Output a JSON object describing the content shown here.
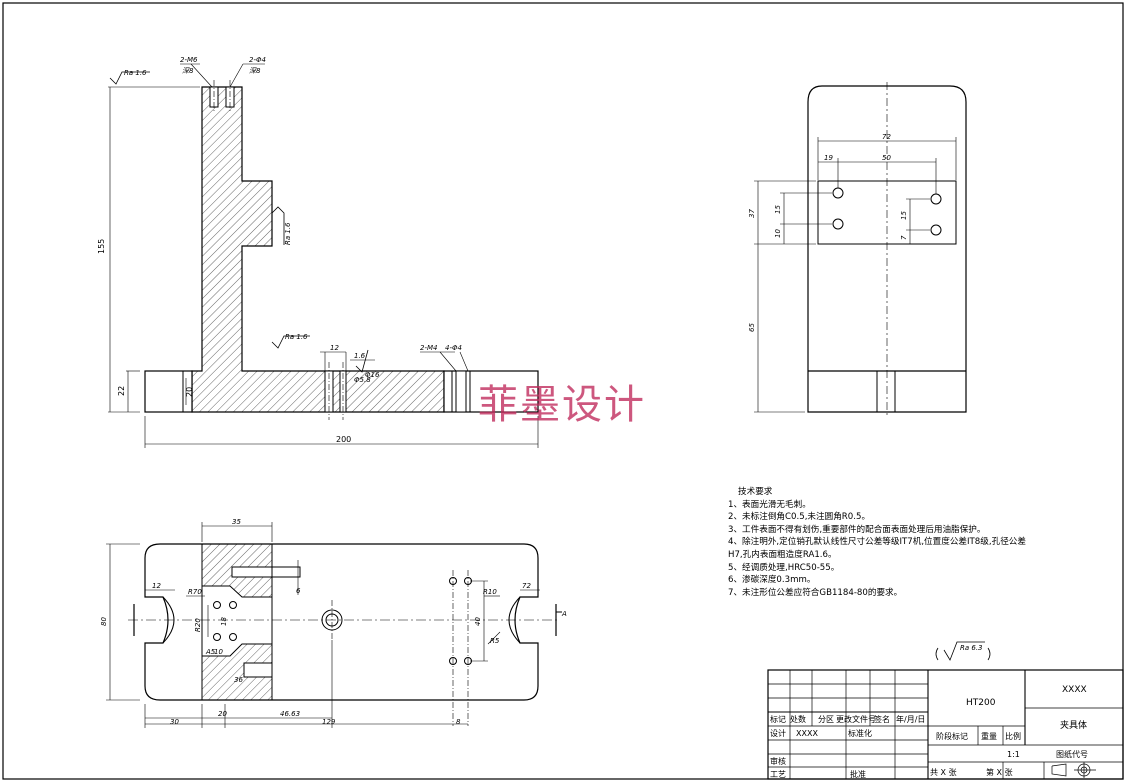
{
  "front_view": {
    "roughness_top": "Ra 1.6",
    "hole_callout_1": "2-M6",
    "hole_callout_1b": "深8",
    "hole_callout_2": "2-Φ4",
    "hole_callout_2b": "深8",
    "roughness_side": "Ra 1.6",
    "roughness_base": "Ra 1.6",
    "dim_height": "155",
    "dim_base_height": "22",
    "dim_inner": "20",
    "dim_total_width": "200",
    "dim_slot": "12",
    "dim_slot_b": "1.6",
    "dim_hole": "Φ5.8",
    "dim_hole_b": "Φ16",
    "base_callout_1": "2-M4",
    "base_callout_2": "4-Φ4"
  },
  "side_view": {
    "dim_width": "72",
    "dim_19": "19",
    "dim_50": "50",
    "dim_15a": "15",
    "dim_15b": "15",
    "dim_37": "37",
    "dim_10": "10",
    "dim_7": "7",
    "dim_65": "65"
  },
  "top_view": {
    "dim_35": "35",
    "dim_12": "12",
    "dim_R70": "R70",
    "dim_R20": "R20",
    "dim_6": "6",
    "dim_18": "18",
    "dim_10a": "10",
    "dim_A5": "A5",
    "dim_36": "36",
    "dim_R10": "R10",
    "dim_72": "72",
    "dim_40": "40",
    "dim_R5": "R5",
    "dim_80": "80",
    "dim_30": "30",
    "dim_20": "20",
    "dim_46": "46.63",
    "dim_129": "129",
    "dim_8": "8",
    "section_mark": "A"
  },
  "tech_requirements": {
    "title": "技术要求",
    "items": [
      "1、表面光滑无毛刺。",
      "2、未标注倒角C0.5,未注圆角R0.5。",
      "3、工件表面不得有划伤,重要部件的配合面表面处理后用油脂保护。",
      "4、除注明外,定位销孔默认线性尺寸公差等级IT7机,位置度公差IT8级,孔径公差",
      "H7,孔内表面粗造度RA1.6。",
      "5、经调质处理,HRC50-55。",
      "6、渗碳深度0.3mm。",
      "7、未注形位公差应符合GB1184-80的要求。"
    ]
  },
  "roughness_general": "Ra 6.3",
  "watermark": "菲墨设计",
  "title_block": {
    "material": "HT200",
    "company": "XXXX",
    "part_name": "夹具体",
    "drawing_code": "图纸代号",
    "stage_mark": "阶段标记",
    "weight": "重量",
    "scale_label": "比例",
    "scale": "1:1",
    "sheets_total": "共  X  张",
    "sheet_no": "第  X  张",
    "mark": "标记",
    "count": "处数",
    "zone": "分区",
    "change_doc": "更改文件号",
    "sign": "签名",
    "date": "年/月/日",
    "design": "设计",
    "designer": "XXXX",
    "standardize": "标准化",
    "check": "审核",
    "process": "工艺",
    "approve": "批准"
  }
}
